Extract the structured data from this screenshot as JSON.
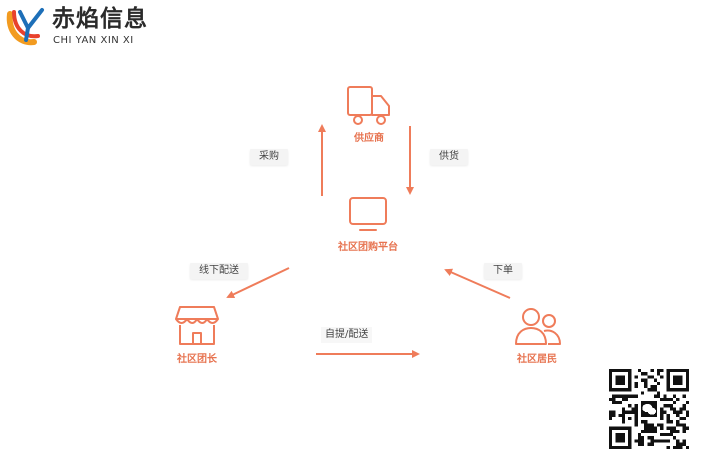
{
  "logo": {
    "name_cn": "赤焰信息",
    "name_en": "CHI YAN XIN XI",
    "icon": "chiyan-logo-mark"
  },
  "colors": {
    "accent": "#ef7c5a",
    "accent_text": "#e77451",
    "chip_bg": "#f4f4f4"
  },
  "nodes": {
    "supplier": {
      "label": "供应商",
      "icon": "truck-icon"
    },
    "platform": {
      "label": "社区团购平台",
      "icon": "monitor-icon"
    },
    "leader": {
      "label": "社区团长",
      "icon": "storefront-icon"
    },
    "residents": {
      "label": "社区居民",
      "icon": "people-icon"
    }
  },
  "flows": {
    "purchase": "采购",
    "supply": "供货",
    "offline_delivery": "线下配送",
    "order": "下单",
    "pickup_delivery": "自提/配送"
  },
  "qr": {
    "icon": "wechat-qr-code"
  }
}
